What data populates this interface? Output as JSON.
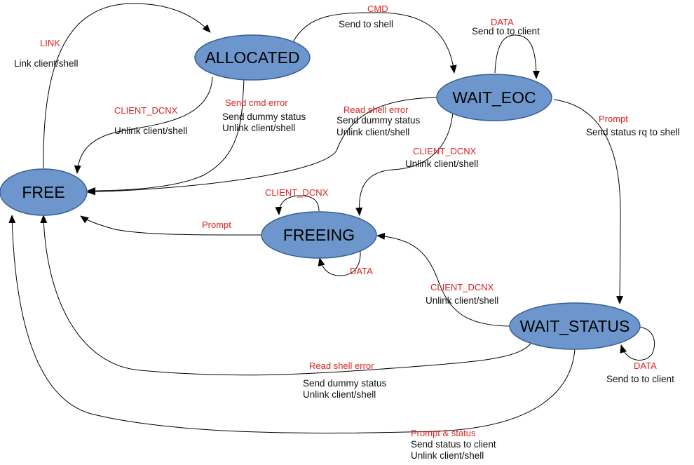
{
  "states": {
    "allocated": "ALLOCATED",
    "free": "FREE",
    "wait_eoc": "WAIT_EOC",
    "freeing": "FREEING",
    "wait_status": "WAIT_STATUS"
  },
  "transitions": {
    "link": {
      "event": "LINK",
      "action": "Link client/shell"
    },
    "alloc_cmd": {
      "event": "CMD",
      "action": "Send to shell"
    },
    "eoc_data": {
      "event": "DATA",
      "action": "Send to to client"
    },
    "alloc_dcnx": {
      "event": "CLIENT_DCNX",
      "action": "Unlink client/shell"
    },
    "send_cmd_error": {
      "event": "Send cmd error",
      "action1": "Send dummy status",
      "action2": "Unlink client/shell"
    },
    "eoc_read_error": {
      "event": "Read shell error",
      "action1": "Send dummy status",
      "action2": "Unlink client/shell"
    },
    "eoc_prompt": {
      "event": "Prompt",
      "action": "Send status rq to shell"
    },
    "eoc_dcnx": {
      "event": "CLIENT_DCNX",
      "action": "Unlink client/shell"
    },
    "freeing_dcnx": {
      "event": "CLIENT_DCNX"
    },
    "freeing_prompt": {
      "event": "Prompt"
    },
    "freeing_data": {
      "event": "DATA"
    },
    "status_dcnx": {
      "event": "CLIENT_DCNX",
      "action": "Unlink client/shell"
    },
    "status_data": {
      "event": "DATA",
      "action": "Send to to client"
    },
    "status_read_error": {
      "event": "Read shell error",
      "action1": "Send dummy status",
      "action2": "Unlink client/shell"
    },
    "status_prompt": {
      "event": "Prompt & status",
      "action1": "Send status to client",
      "action2": "Unlink client/shell"
    }
  }
}
